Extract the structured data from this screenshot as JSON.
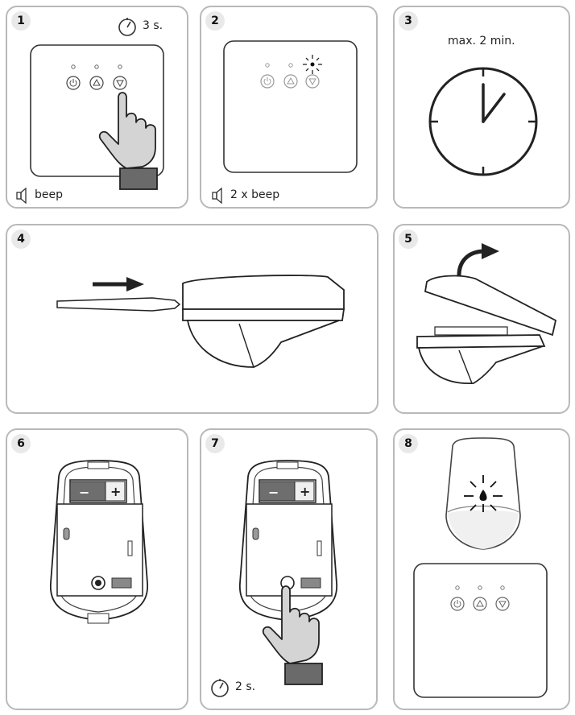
{
  "steps": [
    {
      "number": "1",
      "timer_label": "3 s.",
      "sound_label": "beep"
    },
    {
      "number": "2",
      "sound_label": "2 x beep"
    },
    {
      "number": "3",
      "caption": "max. 2 min."
    },
    {
      "number": "4"
    },
    {
      "number": "5"
    },
    {
      "number": "6",
      "battery_minus": "−",
      "battery_plus": "+"
    },
    {
      "number": "7",
      "battery_minus": "−",
      "battery_plus": "+",
      "timer_label": "2 s."
    },
    {
      "number": "8"
    }
  ],
  "icons": [
    "power-icon",
    "up-arrow-icon",
    "down-arrow-icon",
    "stopwatch-icon",
    "speaker-icon",
    "hand-pointer-icon",
    "clock-icon",
    "screwdriver-icon",
    "arrow-icon",
    "led-flash-icon"
  ],
  "colors": {
    "panel_border": "#b9b9b9",
    "line": "#333333",
    "hand_fill": "#d4d4d4",
    "cuff_fill": "#6a6a6a"
  }
}
